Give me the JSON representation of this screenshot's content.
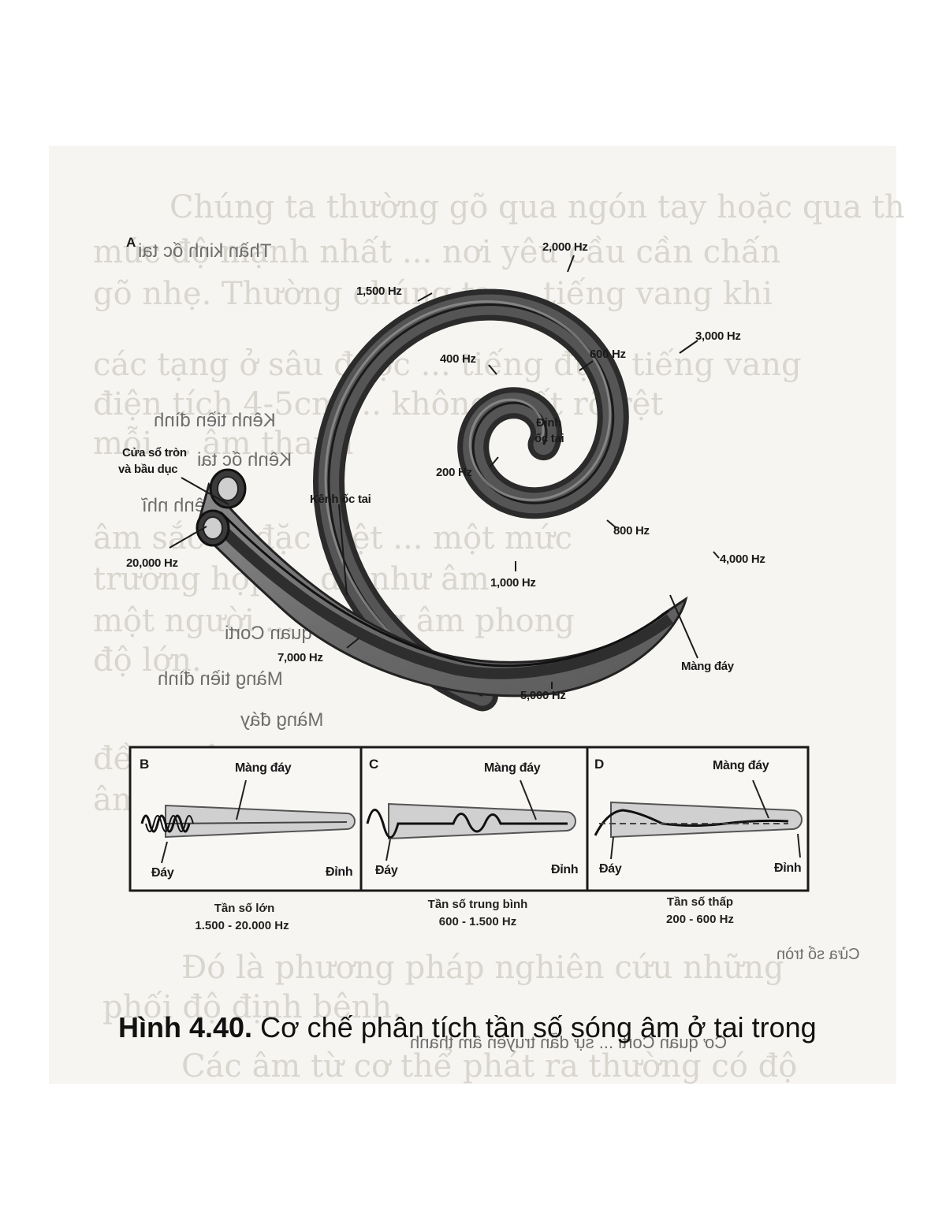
{
  "figure": {
    "caption_number": "Hình 4.40.",
    "caption_text": " Cơ chế phân tích tần số sóng âm ở tai trong"
  },
  "panel_a": {
    "letter": "A",
    "labels": {
      "hz_2000": "2,000 Hz",
      "hz_1500": "1,500 Hz",
      "hz_3000": "3,000 Hz",
      "hz_400": "400 Hz",
      "hz_600": "600 Hz",
      "dinh_oc_tai_1": "Đỉnh",
      "dinh_oc_tai_2": "ốc tai",
      "hz_200": "200 Hz",
      "cua_so_1": "Cửa sổ tròn",
      "cua_so_2": "và bầu dục",
      "kenh_oc_tai": "Kênh ốc tai",
      "hz_800": "800 Hz",
      "hz_20000": "20,000 Hz",
      "hz_4000": "4,000 Hz",
      "hz_1000": "1,000 Hz",
      "hz_7000": "7,000 Hz",
      "mang_day": "Màng đáy",
      "hz_5000": "5,000 Hz"
    }
  },
  "panels": [
    {
      "letter": "B",
      "membrane_label": "Màng đáy",
      "base_label": "Đáy",
      "apex_label": "Đỉnh",
      "freq_name": "Tần số lớn",
      "freq_range": "1.500 - 20.000 Hz"
    },
    {
      "letter": "C",
      "membrane_label": "Màng đáy",
      "base_label": "Đáy",
      "apex_label": "Đỉnh",
      "freq_name": "Tần số trung bình",
      "freq_range": "600 - 1.500 Hz"
    },
    {
      "letter": "D",
      "membrane_label": "Màng đáy",
      "base_label": "Đáy",
      "apex_label": "Đỉnh",
      "freq_name": "Tần số thấp",
      "freq_range": "200 - 600 Hz"
    }
  ],
  "bleed_through": {
    "lines": [
      "Chúng ta thường gõ qua ngón tay hoặc qua th",
      "mức độ mạnh nhất ... nơi yêu cầu cần chấn",
      "gõ nhẹ. Thường chúng ta ... tiếng vang khi",
      "các tạng ở sâu được ... tiếng đục, tiếng vang",
      "điện tích 4-5cm ... không biết rõ rệt",
      "mỗi ... âm thanh",
      "âm sắc ... đặc biệt ... một mức",
      "trường hợp ... để như âm",
      "một người ... những âm phong",
      "độ lớn.",
      "đều ... âm ...",
      "âm ... ",
      "Đó là phương pháp nghiên cứu những",
      "phối độ định bệnh.",
      "Các âm từ cơ thể phát ra thường có độ"
    ],
    "mirrored": [
      "Thần kinh ốc tai",
      "Kênh tiền đình",
      "Kênh ốc tai",
      "Kênh nhĩ",
      "Cơ quan Corti",
      "Màng tiền đình",
      "Màng đáy",
      "Cửa sổ tròn",
      "Cơ quan Corti ... sự dẫn truyền âm thanh"
    ]
  }
}
